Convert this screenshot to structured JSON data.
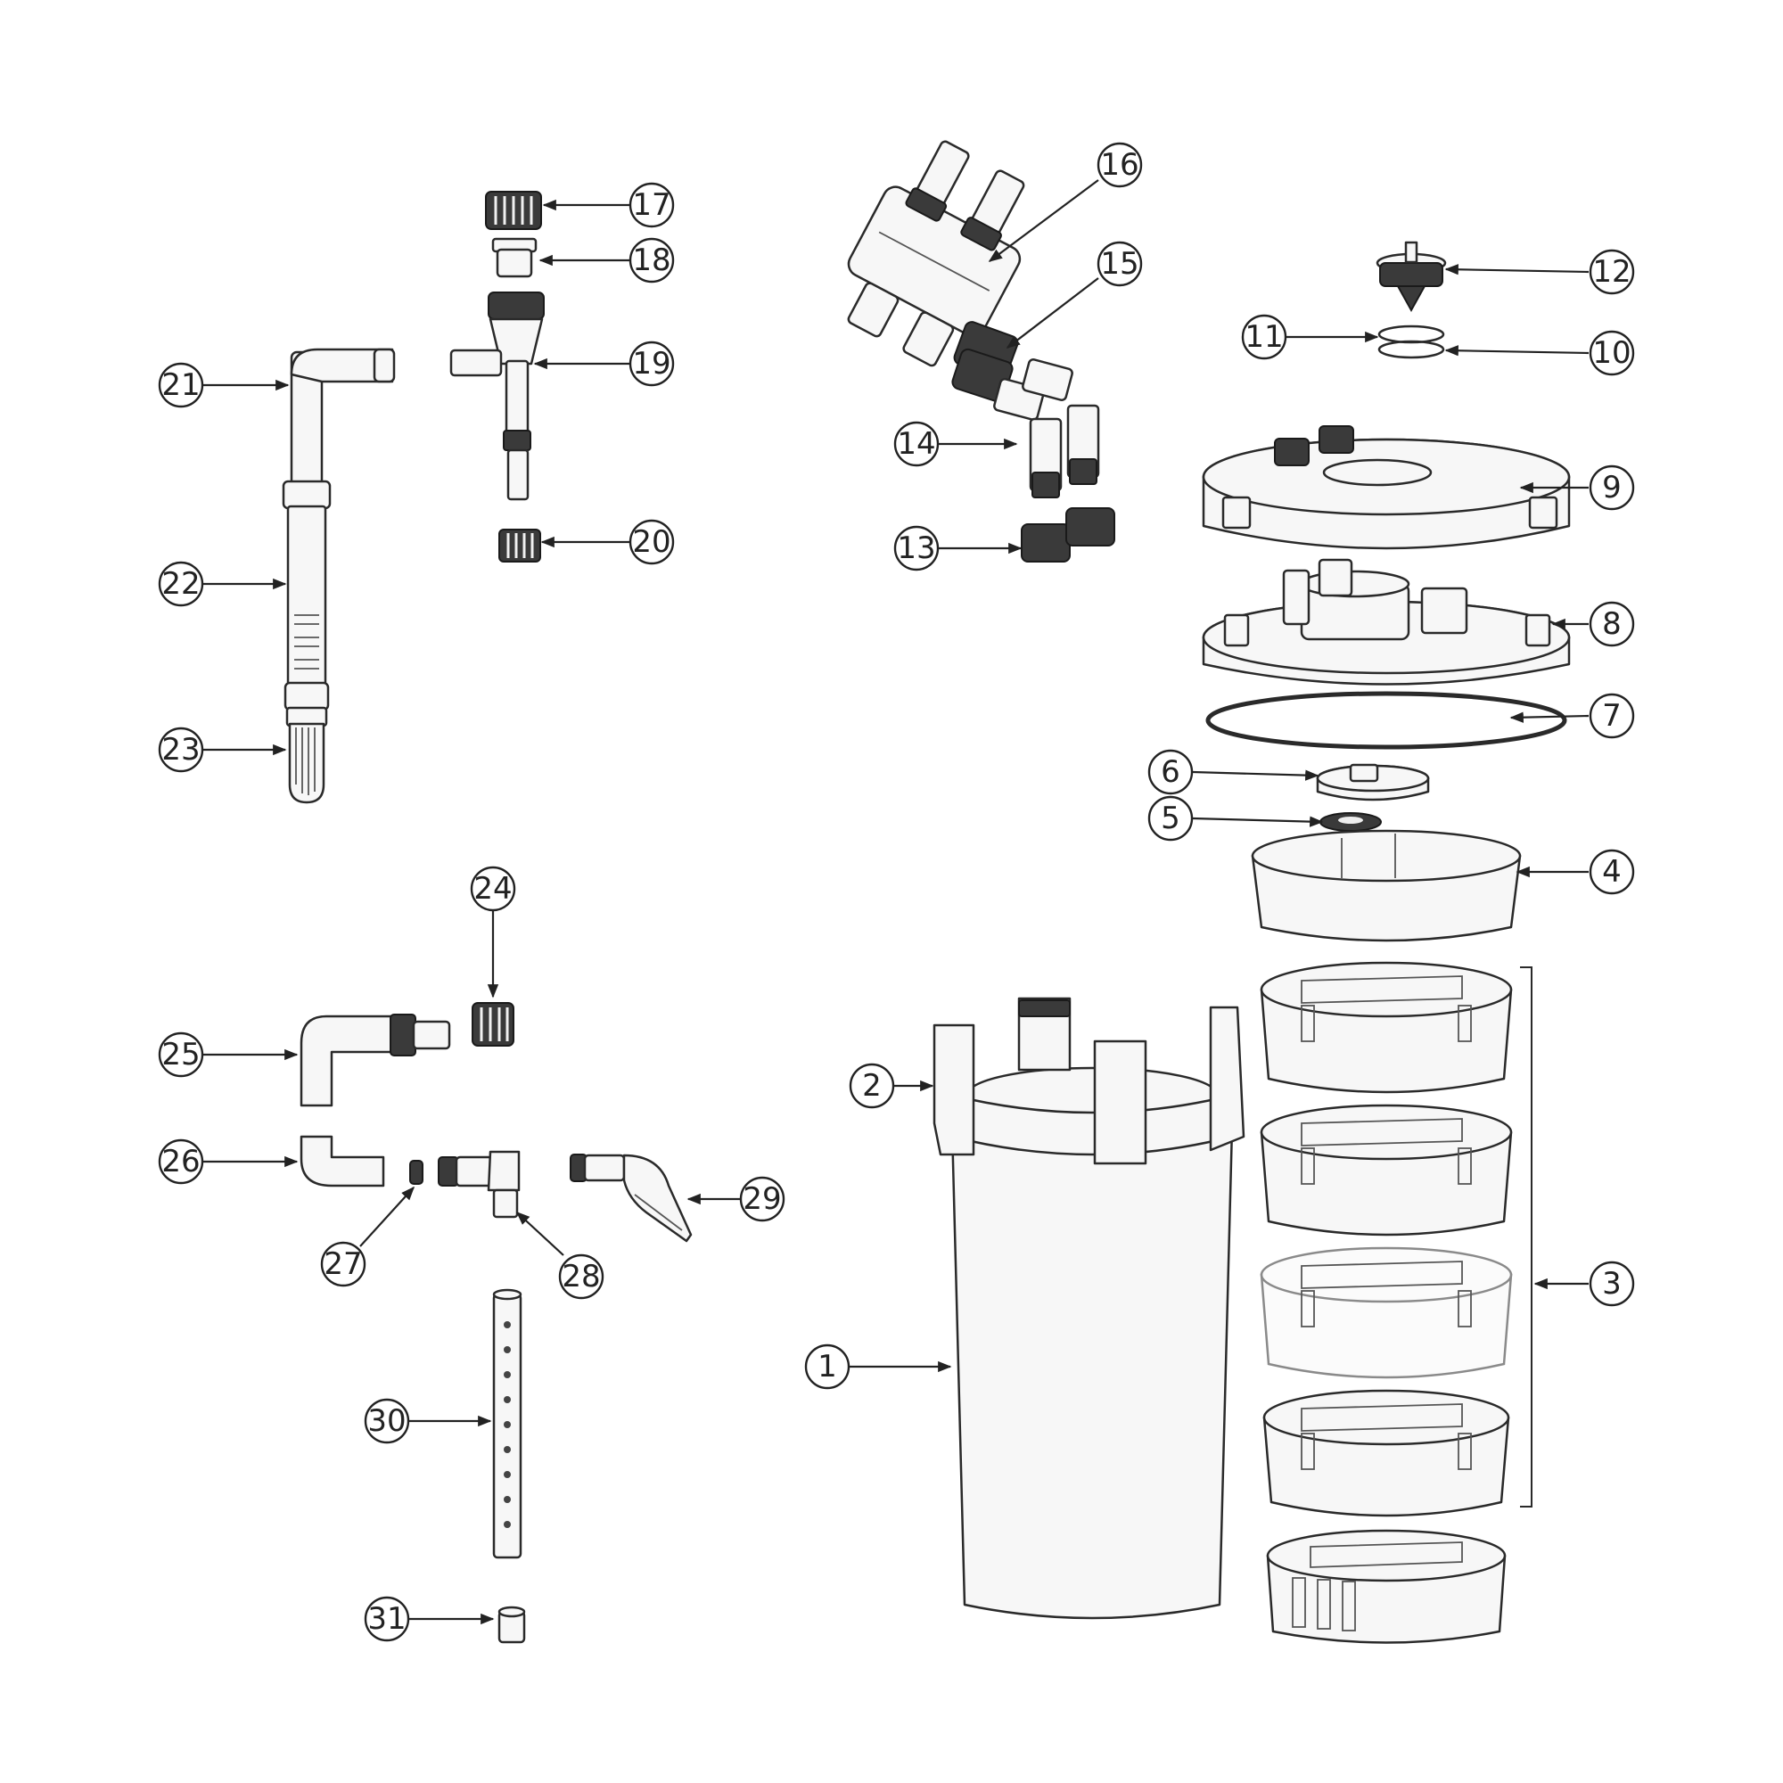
{
  "callouts": [
    {
      "label": "1"
    },
    {
      "label": "2"
    },
    {
      "label": "3"
    },
    {
      "label": "4"
    },
    {
      "label": "5"
    },
    {
      "label": "6"
    },
    {
      "label": "7"
    },
    {
      "label": "8"
    },
    {
      "label": "9"
    },
    {
      "label": "10"
    },
    {
      "label": "11"
    },
    {
      "label": "12"
    },
    {
      "label": "13"
    },
    {
      "label": "14"
    },
    {
      "label": "15"
    },
    {
      "label": "16"
    },
    {
      "label": "17"
    },
    {
      "label": "18"
    },
    {
      "label": "19"
    },
    {
      "label": "20"
    },
    {
      "label": "21"
    },
    {
      "label": "22"
    },
    {
      "label": "23"
    },
    {
      "label": "24"
    },
    {
      "label": "25"
    },
    {
      "label": "26"
    },
    {
      "label": "27"
    },
    {
      "label": "28"
    },
    {
      "label": "29"
    },
    {
      "label": "30"
    },
    {
      "label": "31"
    }
  ]
}
